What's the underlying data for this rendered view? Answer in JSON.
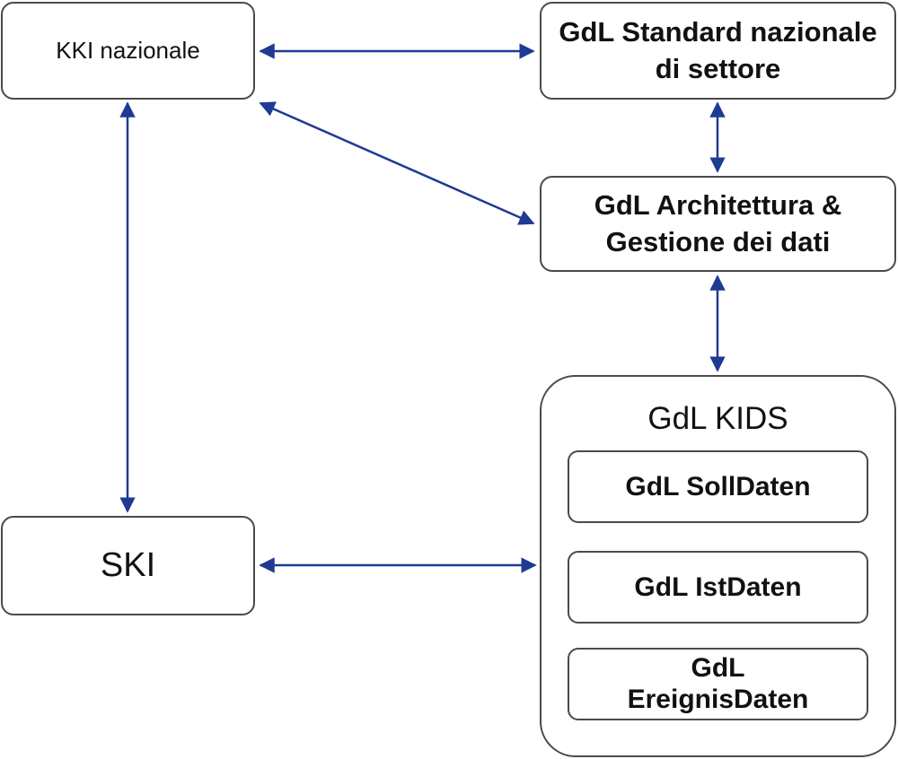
{
  "nodes": {
    "kki": "KKI nazionale",
    "std": "GdL Standard nazionale di settore",
    "arch": "GdL Architettura & Gestione dei dati",
    "ski": "SKI",
    "kids": "GdL KIDS",
    "soll": "GdL SollDaten",
    "ist": "GdL IstDaten",
    "ereig": "GdL EreignisDaten"
  },
  "colors": {
    "arrow": "#1f3a93",
    "border": "#4a4a4a"
  },
  "edges": [
    {
      "from": "kki",
      "to": "std",
      "direction": "both"
    },
    {
      "from": "kki",
      "to": "arch",
      "direction": "both"
    },
    {
      "from": "std",
      "to": "arch",
      "direction": "both"
    },
    {
      "from": "arch",
      "to": "kids",
      "direction": "both"
    },
    {
      "from": "kki",
      "to": "ski",
      "direction": "both"
    },
    {
      "from": "ski",
      "to": "kids",
      "direction": "both"
    }
  ]
}
